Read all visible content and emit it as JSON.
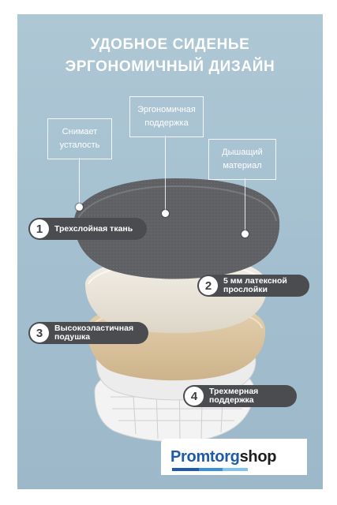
{
  "headline": {
    "line1": "УДОБНОЕ СИДЕНЬЕ",
    "line2": "ЭРГОНОМИЧНЫЙ ДИЗАЙН"
  },
  "callouts": [
    {
      "text": "Снимает\nусталость"
    },
    {
      "text": "Эргономичная\nподдержка"
    },
    {
      "text": "Дышащий\nматериал"
    }
  ],
  "layers": [
    {
      "number": "1",
      "label": "Трехслойная ткань"
    },
    {
      "number": "2",
      "label": "5 мм латексной\nпрослойки"
    },
    {
      "number": "3",
      "label": "Высокоэластичная\nподушка"
    },
    {
      "number": "4",
      "label": "Трехмерная\nподдержка"
    }
  ],
  "brand": {
    "part1": "Promtorg",
    "part2": "shop"
  },
  "colors": {
    "background": "#a8c3d2",
    "fabric": "#5c5e62",
    "latex": "#ebe6dc",
    "foam": "#d9c3a0",
    "base": "#f2f2f2",
    "pill": "#4a4c50",
    "brand_blue": "#1f5aa8"
  }
}
